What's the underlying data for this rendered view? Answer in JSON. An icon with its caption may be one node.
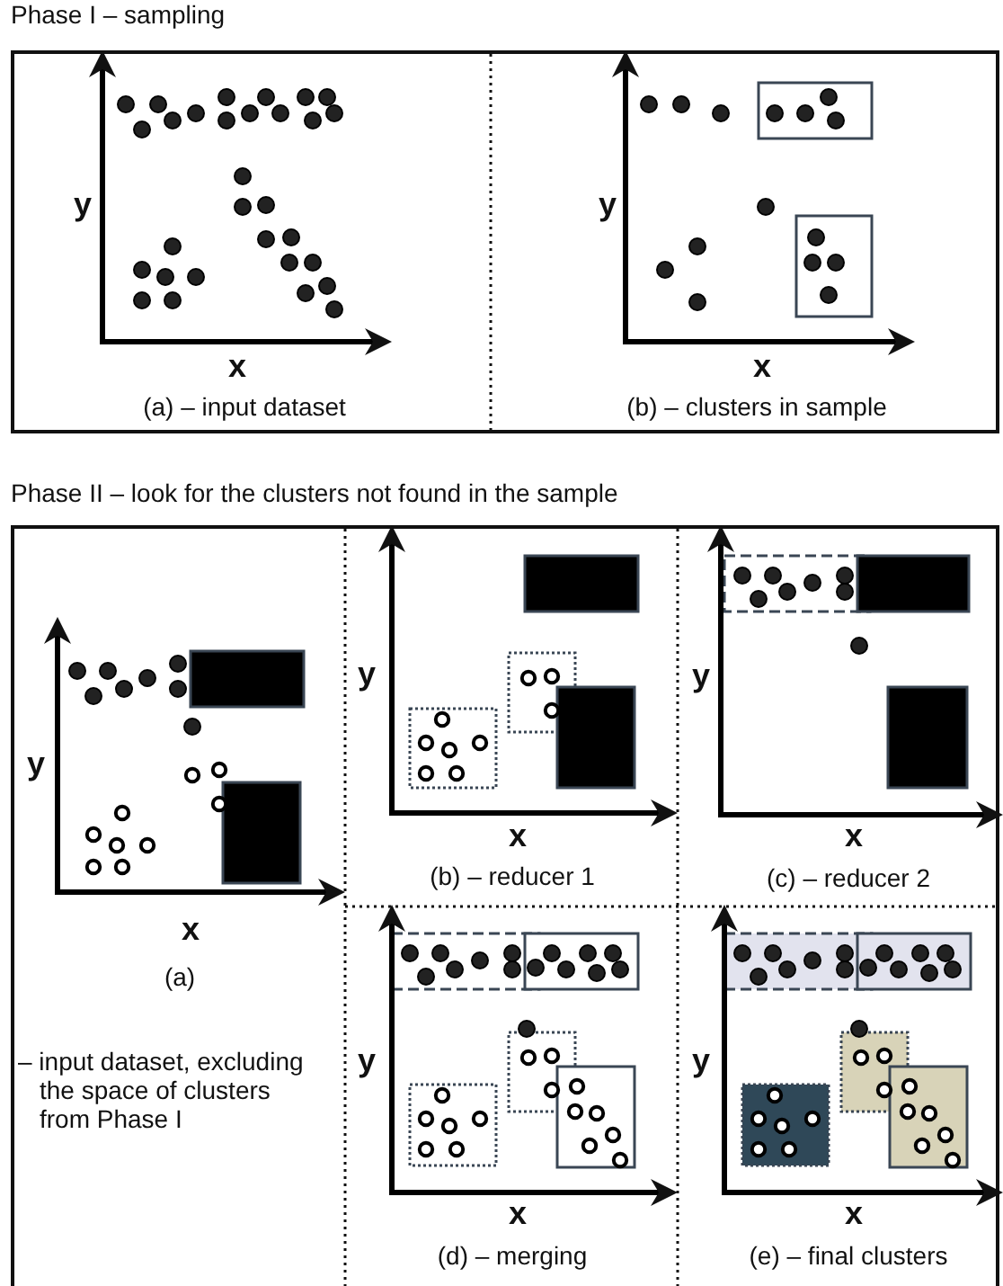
{
  "diagram": {
    "nodes": [
      {
        "text": [
          "Phase I – sampling"
        ]
      },
      {
        "text": [
          "Phase II – look for the clusters not found in the sample"
        ]
      }
    ],
    "labels": [
      "y",
      "x",
      "(a) – input dataset",
      "y",
      "x",
      "(b) – clusters in sample",
      "y",
      "x",
      "(a)",
      "– input dataset, excluding the space of clusters from Phase I",
      "y",
      "x",
      "(b) – reducer 1",
      "y",
      "x",
      "(c) – reducer 2",
      "y",
      "x",
      "(d) – merging",
      "y",
      "x",
      "(e) – final clusters"
    ]
  }
}
